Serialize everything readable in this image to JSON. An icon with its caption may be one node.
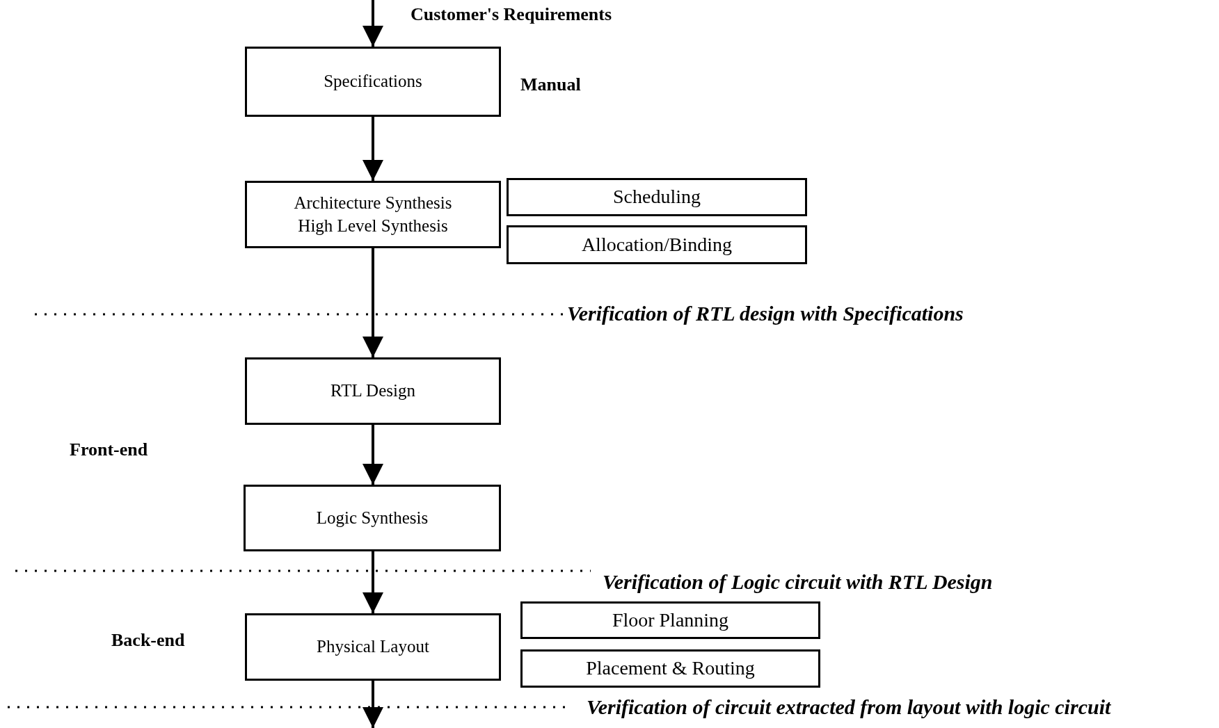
{
  "diagram": {
    "nodes": [
      {
        "text": [
          "Specifications"
        ]
      },
      {
        "text": [
          "Architecture Synthesis",
          "High Level Synthesis"
        ]
      },
      {
        "text": [
          "Scheduling"
        ]
      },
      {
        "text": [
          "Allocation/Binding"
        ]
      },
      {
        "text": [
          "RTL Design"
        ]
      },
      {
        "text": [
          "Logic Synthesis"
        ]
      },
      {
        "text": [
          "Physical Layout"
        ]
      },
      {
        "text": [
          "Floor Planning"
        ]
      },
      {
        "text": [
          "Placement & Routing"
        ]
      }
    ],
    "edges": [
      {
        "from": null,
        "to": 0,
        "arrow": "to",
        "label": "Customer's Requirements"
      },
      {
        "from": 0,
        "to": 1,
        "arrow": "to"
      },
      {
        "from": 1,
        "to": 4,
        "arrow": "to"
      },
      {
        "from": 4,
        "to": 5,
        "arrow": "to"
      },
      {
        "from": 5,
        "to": 6,
        "arrow": "to"
      },
      {
        "from": 6,
        "to": null,
        "arrow": "to"
      }
    ],
    "labels": [
      "Manual",
      "Verification of RTL design with Specifications",
      "Front-end",
      "Verification of Logic circuit with RTL Design",
      "Back-end",
      "Verification of circuit extracted from layout with logic circuit"
    ]
  }
}
